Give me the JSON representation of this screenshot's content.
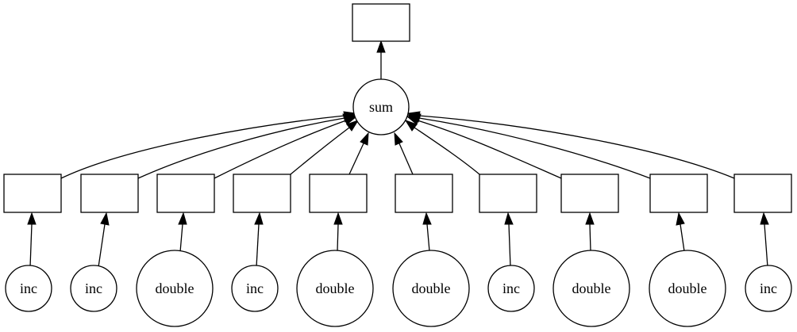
{
  "diagram": {
    "root_label": "",
    "sum_label": "sum",
    "middle_boxes": [
      "",
      "",
      "",
      "",
      "",
      "",
      "",
      "",
      "",
      ""
    ],
    "leaf_nodes": [
      "inc",
      "inc",
      "double",
      "inc",
      "double",
      "double",
      "inc",
      "double",
      "double",
      "inc"
    ]
  }
}
